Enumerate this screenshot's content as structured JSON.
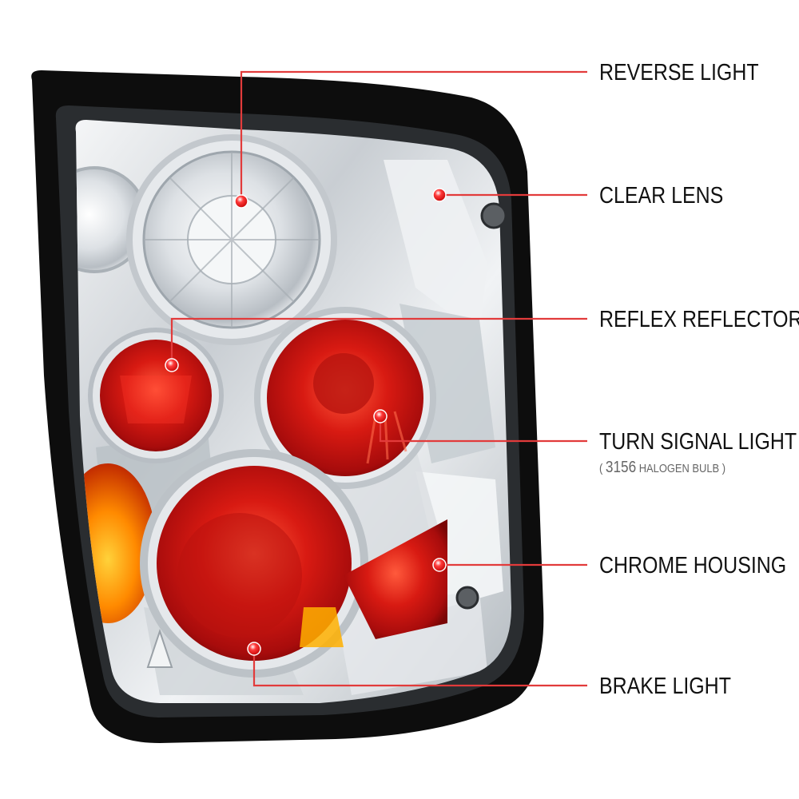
{
  "callouts": [
    {
      "id": "reverse-light",
      "label": "REVERSE LIGHT"
    },
    {
      "id": "clear-lens",
      "label": "CLEAR LENS"
    },
    {
      "id": "reflex-reflector",
      "label": "REFLEX REFLECTOR"
    },
    {
      "id": "turn-signal-light",
      "label": "TURN SIGNAL LIGHT",
      "sub": {
        "open": "( ",
        "number": "3156",
        "text": " HALOGEN BULB",
        "close": " )"
      }
    },
    {
      "id": "chrome-housing",
      "label": "CHROME HOUSING"
    },
    {
      "id": "brake-light",
      "label": "BRAKE LIGHT"
    }
  ],
  "colors": {
    "callout_line": "#e23b3b",
    "dot": "#e21b1b",
    "housing_frame": "#0d0d0d",
    "chrome": "#dfe3e6",
    "red_lens": "#c81818",
    "amber": "#ffb000"
  }
}
